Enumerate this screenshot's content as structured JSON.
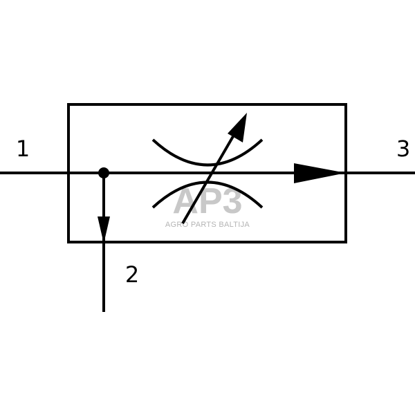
{
  "diagram": {
    "type": "hydraulic-symbol",
    "description": "Adjustable flow control valve with pressure compensation port",
    "ports": [
      {
        "id": "port-1",
        "label": "1"
      },
      {
        "id": "port-2",
        "label": "2"
      },
      {
        "id": "port-3",
        "label": "3"
      }
    ],
    "colors": {
      "stroke": "#000000",
      "background": "#ffffff",
      "watermark": "#c8c8c8"
    }
  },
  "watermark": {
    "logo": "AP3",
    "text": "AGRO PARTS BALTIJA"
  }
}
